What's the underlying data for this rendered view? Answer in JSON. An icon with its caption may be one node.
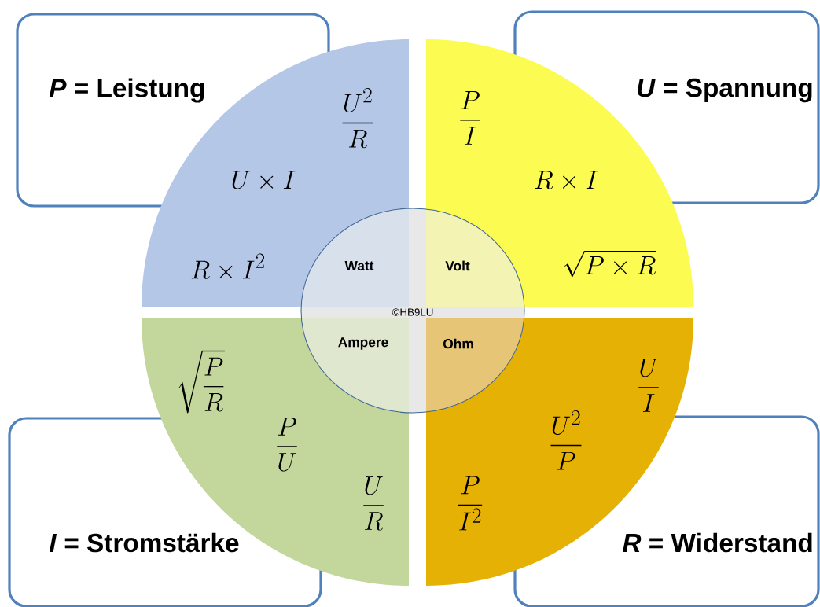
{
  "diagram": {
    "nodes": [
      {
        "text": [
          "*P* = Leistung"
        ]
      },
      {
        "text": [
          "\\frac{U^2}{R}",
          "U\\times I",
          "R\\times I^2"
        ]
      },
      {
        "text": [
          "*U* = Spannung"
        ]
      },
      {
        "text": [
          "\\frac{P}{I}",
          "R\\times I",
          "\\sqrt{P\\times R}"
        ]
      },
      {
        "text": [
          "*I* = Stromstärke"
        ]
      },
      {
        "text": [
          "\\sqrt{\\frac{P}{R}}",
          "\\frac{P}{U}",
          "\\frac{U}{R}"
        ]
      },
      {
        "text": [
          "*R* = Widerstand"
        ]
      },
      {
        "text": [
          "\\frac{U}{I}",
          "\\frac{U^2}{P}",
          "\\frac{P}{I^2}"
        ]
      },
      {
        "text": [
          "Watt",
          "Volt",
          "Ampere",
          "Ohm"
        ]
      }
    ],
    "labels": [
      "©HB9LU"
    ]
  }
}
